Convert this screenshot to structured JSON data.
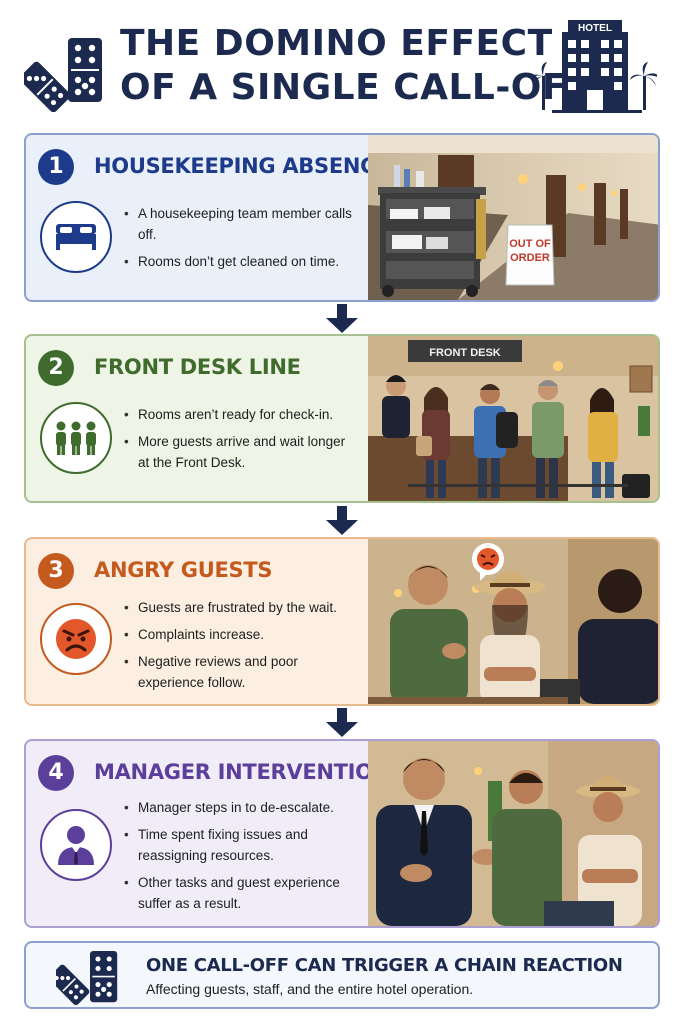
{
  "header": {
    "title_line1": "THE DOMINO EFFECT",
    "title_line2": "OF A SINGLE CALL-OFF",
    "hotel_sign": "HOTEL"
  },
  "steps": [
    {
      "number": "1",
      "title": "HOUSEKEEPING ABSENCE",
      "icon": "bed-icon",
      "color": "#1d3b8a",
      "bullets": [
        "A housekeeping team member calls off.",
        "Rooms don’t get cleaned on time."
      ],
      "photo_sign_line1": "OUT OF",
      "photo_sign_line2": "ORDER"
    },
    {
      "number": "2",
      "title": "FRONT DESK LINE",
      "icon": "people-queue-icon",
      "color": "#3f6b2c",
      "bullets": [
        "Rooms aren’t ready for check-in.",
        "More guests arrive and wait longer at the Front Desk."
      ],
      "photo_sign": "FRONT DESK"
    },
    {
      "number": "3",
      "title": "ANGRY GUESTS",
      "icon": "angry-face-icon",
      "color": "#c55a1e",
      "bullets": [
        "Guests are frustrated by the wait.",
        "Complaints increase.",
        "Negative reviews and poor experience follow."
      ]
    },
    {
      "number": "4",
      "title": "MANAGER INTERVENTION",
      "icon": "manager-icon",
      "color": "#5b3f9a",
      "bullets": [
        "Manager steps in to de-escalate.",
        "Time spent fixing issues and reassigning resources.",
        "Other tasks and guest experience suffer as a result."
      ]
    }
  ],
  "footer": {
    "title": "ONE CALL-OFF CAN TRIGGER A CHAIN REACTION",
    "subtitle": "Affecting guests, staff, and the entire hotel operation."
  }
}
